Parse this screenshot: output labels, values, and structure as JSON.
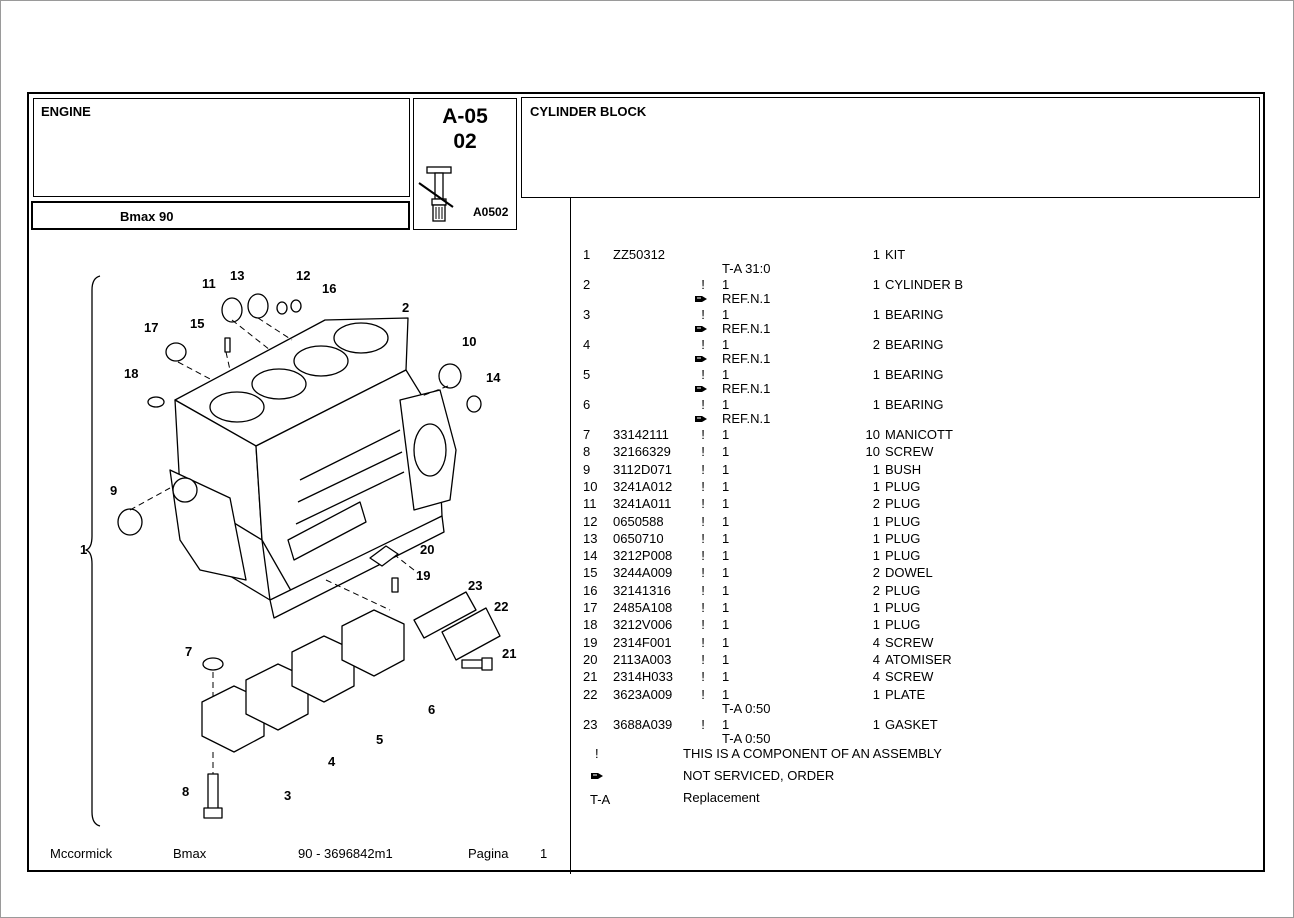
{
  "header": {
    "group_title": "ENGINE",
    "model": "Bmax 90",
    "code_main": "A-05",
    "code_sub": "02",
    "code_ref": "A0502",
    "section_title": "CYLINDER BLOCK"
  },
  "parts": [
    {
      "n": "1",
      "part": "ZZ50312",
      "excl": "",
      "qty1": "",
      "qty2": "1",
      "desc": "KIT",
      "sub": "T-A 31:0",
      "ref": false
    },
    {
      "n": "2",
      "part": "",
      "excl": "!",
      "qty1": "1",
      "qty2": "1",
      "desc": "CYLINDER B",
      "sub": "REF.N.1",
      "ref": true
    },
    {
      "n": "3",
      "part": "",
      "excl": "!",
      "qty1": "1",
      "qty2": "1",
      "desc": "BEARING",
      "sub": "REF.N.1",
      "ref": true
    },
    {
      "n": "4",
      "part": "",
      "excl": "!",
      "qty1": "1",
      "qty2": "2",
      "desc": "BEARING",
      "sub": "REF.N.1",
      "ref": true
    },
    {
      "n": "5",
      "part": "",
      "excl": "!",
      "qty1": "1",
      "qty2": "1",
      "desc": "BEARING",
      "sub": "REF.N.1",
      "ref": true
    },
    {
      "n": "6",
      "part": "",
      "excl": "!",
      "qty1": "1",
      "qty2": "1",
      "desc": "BEARING",
      "sub": "REF.N.1",
      "ref": true
    },
    {
      "n": "7",
      "part": "33142111",
      "excl": "!",
      "qty1": "1",
      "qty2": "10",
      "desc": "MANICOTT",
      "sub": "",
      "ref": false
    },
    {
      "n": "8",
      "part": "32166329",
      "excl": "!",
      "qty1": "1",
      "qty2": "10",
      "desc": "SCREW",
      "sub": "",
      "ref": false
    },
    {
      "n": "9",
      "part": "3112D071",
      "excl": "!",
      "qty1": "1",
      "qty2": "1",
      "desc": "BUSH",
      "sub": "",
      "ref": false
    },
    {
      "n": "10",
      "part": "3241A012",
      "excl": "!",
      "qty1": "1",
      "qty2": "1",
      "desc": "PLUG",
      "sub": "",
      "ref": false
    },
    {
      "n": "11",
      "part": "3241A011",
      "excl": "!",
      "qty1": "1",
      "qty2": "2",
      "desc": "PLUG",
      "sub": "",
      "ref": false
    },
    {
      "n": "12",
      "part": "0650588",
      "excl": "!",
      "qty1": "1",
      "qty2": "1",
      "desc": "PLUG",
      "sub": "",
      "ref": false
    },
    {
      "n": "13",
      "part": "0650710",
      "excl": "!",
      "qty1": "1",
      "qty2": "1",
      "desc": "PLUG",
      "sub": "",
      "ref": false
    },
    {
      "n": "14",
      "part": "3212P008",
      "excl": "!",
      "qty1": "1",
      "qty2": "1",
      "desc": "PLUG",
      "sub": "",
      "ref": false
    },
    {
      "n": "15",
      "part": "3244A009",
      "excl": "!",
      "qty1": "1",
      "qty2": "2",
      "desc": "DOWEL",
      "sub": "",
      "ref": false
    },
    {
      "n": "16",
      "part": "32141316",
      "excl": "!",
      "qty1": "1",
      "qty2": "2",
      "desc": "PLUG",
      "sub": "",
      "ref": false
    },
    {
      "n": "17",
      "part": "2485A108",
      "excl": "!",
      "qty1": "1",
      "qty2": "1",
      "desc": "PLUG",
      "sub": "",
      "ref": false
    },
    {
      "n": "18",
      "part": "3212V006",
      "excl": "!",
      "qty1": "1",
      "qty2": "1",
      "desc": "PLUG",
      "sub": "",
      "ref": false
    },
    {
      "n": "19",
      "part": "2314F001",
      "excl": "!",
      "qty1": "1",
      "qty2": "4",
      "desc": "SCREW",
      "sub": "",
      "ref": false
    },
    {
      "n": "20",
      "part": "2113A003",
      "excl": "!",
      "qty1": "1",
      "qty2": "4",
      "desc": "ATOMISER",
      "sub": "",
      "ref": false
    },
    {
      "n": "21",
      "part": "2314H033",
      "excl": "!",
      "qty1": "1",
      "qty2": "4",
      "desc": "SCREW",
      "sub": "",
      "ref": false
    },
    {
      "n": "22",
      "part": "3623A009",
      "excl": "!",
      "qty1": "1",
      "qty2": "1",
      "desc": "PLATE",
      "sub": "T-A 0:50",
      "ref": false
    },
    {
      "n": "23",
      "part": "3688A039",
      "excl": "!",
      "qty1": "1",
      "qty2": "1",
      "desc": "GASKET",
      "sub": "T-A 0:50",
      "ref": false
    }
  ],
  "legend": {
    "excl_symbol": "!",
    "excl_text": "THIS IS A COMPONENT OF AN ASSEMBLY",
    "ref_text": "NOT SERVICED, ORDER",
    "ta_symbol": "T-A",
    "ta_text": "Replacement"
  },
  "footer": {
    "brand": "Mccormick",
    "model": "Bmax",
    "doc": "90 - 3696842m1",
    "page_label": "Pagina",
    "page_num": "1"
  },
  "callouts": [
    "1",
    "2",
    "3",
    "4",
    "5",
    "6",
    "7",
    "8",
    "9",
    "10",
    "11",
    "12",
    "13",
    "14",
    "15",
    "16",
    "17",
    "18",
    "19",
    "20",
    "21",
    "22",
    "23"
  ],
  "icons": {
    "reference": "pointing-hand-icon",
    "thumbnail": "engine-part-thumbnail-icon"
  }
}
